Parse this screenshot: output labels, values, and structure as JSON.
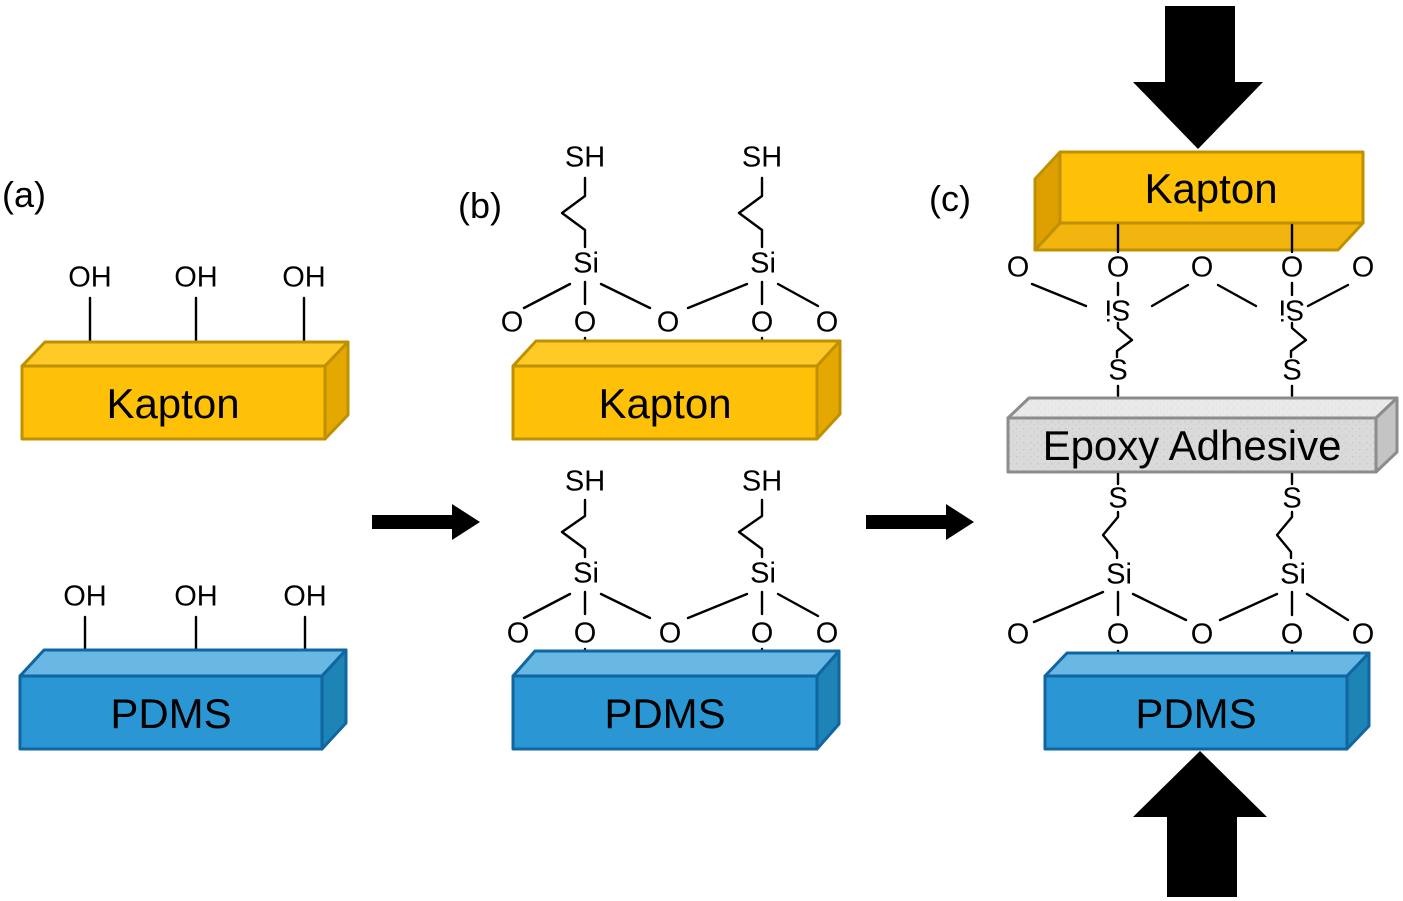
{
  "panels": {
    "a": {
      "label": "(a)"
    },
    "b": {
      "label": "(b)"
    },
    "c": {
      "label": "(c)"
    }
  },
  "materials": {
    "kapton": "Kapton",
    "pdms": "PDMS",
    "epoxy": "Epoxy Adhesive"
  },
  "chem": {
    "hydroxyl": "OH",
    "thiol": "SH",
    "silicon": "Si",
    "sulfur": "S",
    "oxygen": "O"
  },
  "colors": {
    "background": "#ffffff",
    "line": "#000000",
    "arrow": "#000000",
    "kapton": {
      "front": "#FFC008",
      "top": "#FFCA28",
      "side": "#E5A800",
      "bottom": "#F2B40E",
      "side_dark": "#DDA000",
      "border": "#BF9000"
    },
    "pdms": {
      "front": "#2A97D4",
      "top": "#69B7E3",
      "side": "#1E84B5",
      "border": "#1066A0"
    },
    "epoxy": {
      "front": "#DADADA",
      "top": "#EAEAEA",
      "side": "#C4C4C4",
      "border": "#8C8C8C"
    }
  }
}
